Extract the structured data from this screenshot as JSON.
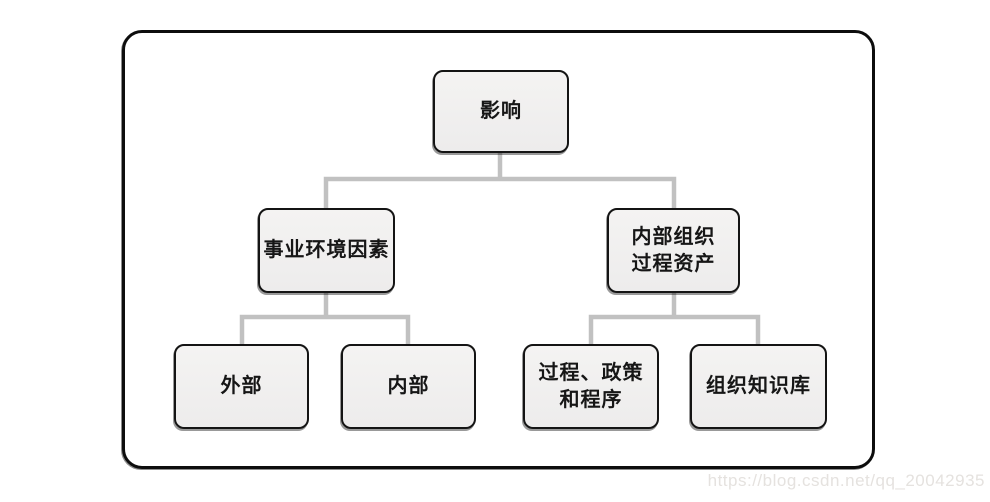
{
  "diagram": {
    "type": "tree",
    "hierarchy": {
      "root": "影响",
      "children": [
        {
          "label": "事业环境因素",
          "children": [
            {
              "label": "外部"
            },
            {
              "label": "内部"
            }
          ]
        },
        {
          "label": "内部组织过程资产",
          "children": [
            {
              "label": "过程、政策和程序"
            },
            {
              "label": "组织知识库"
            }
          ]
        }
      ]
    }
  },
  "nodes": {
    "root": {
      "label": "影响"
    },
    "eef": {
      "label": "事业环境因素"
    },
    "opa": {
      "label": "内部组织\n过程资产"
    },
    "external": {
      "label": "外部"
    },
    "internal": {
      "label": "内部"
    },
    "ppp": {
      "label": "过程、政策\n和程序"
    },
    "knowledge": {
      "label": "组织知识库"
    }
  },
  "colors": {
    "box_fill": "#f0efee",
    "box_border": "#141414",
    "frame_border": "#0d0d0d",
    "connector": "#c1c1c1",
    "watermark": "#e5e2df"
  },
  "watermark": {
    "text": "https://blog.csdn.net/qq_20042935"
  }
}
